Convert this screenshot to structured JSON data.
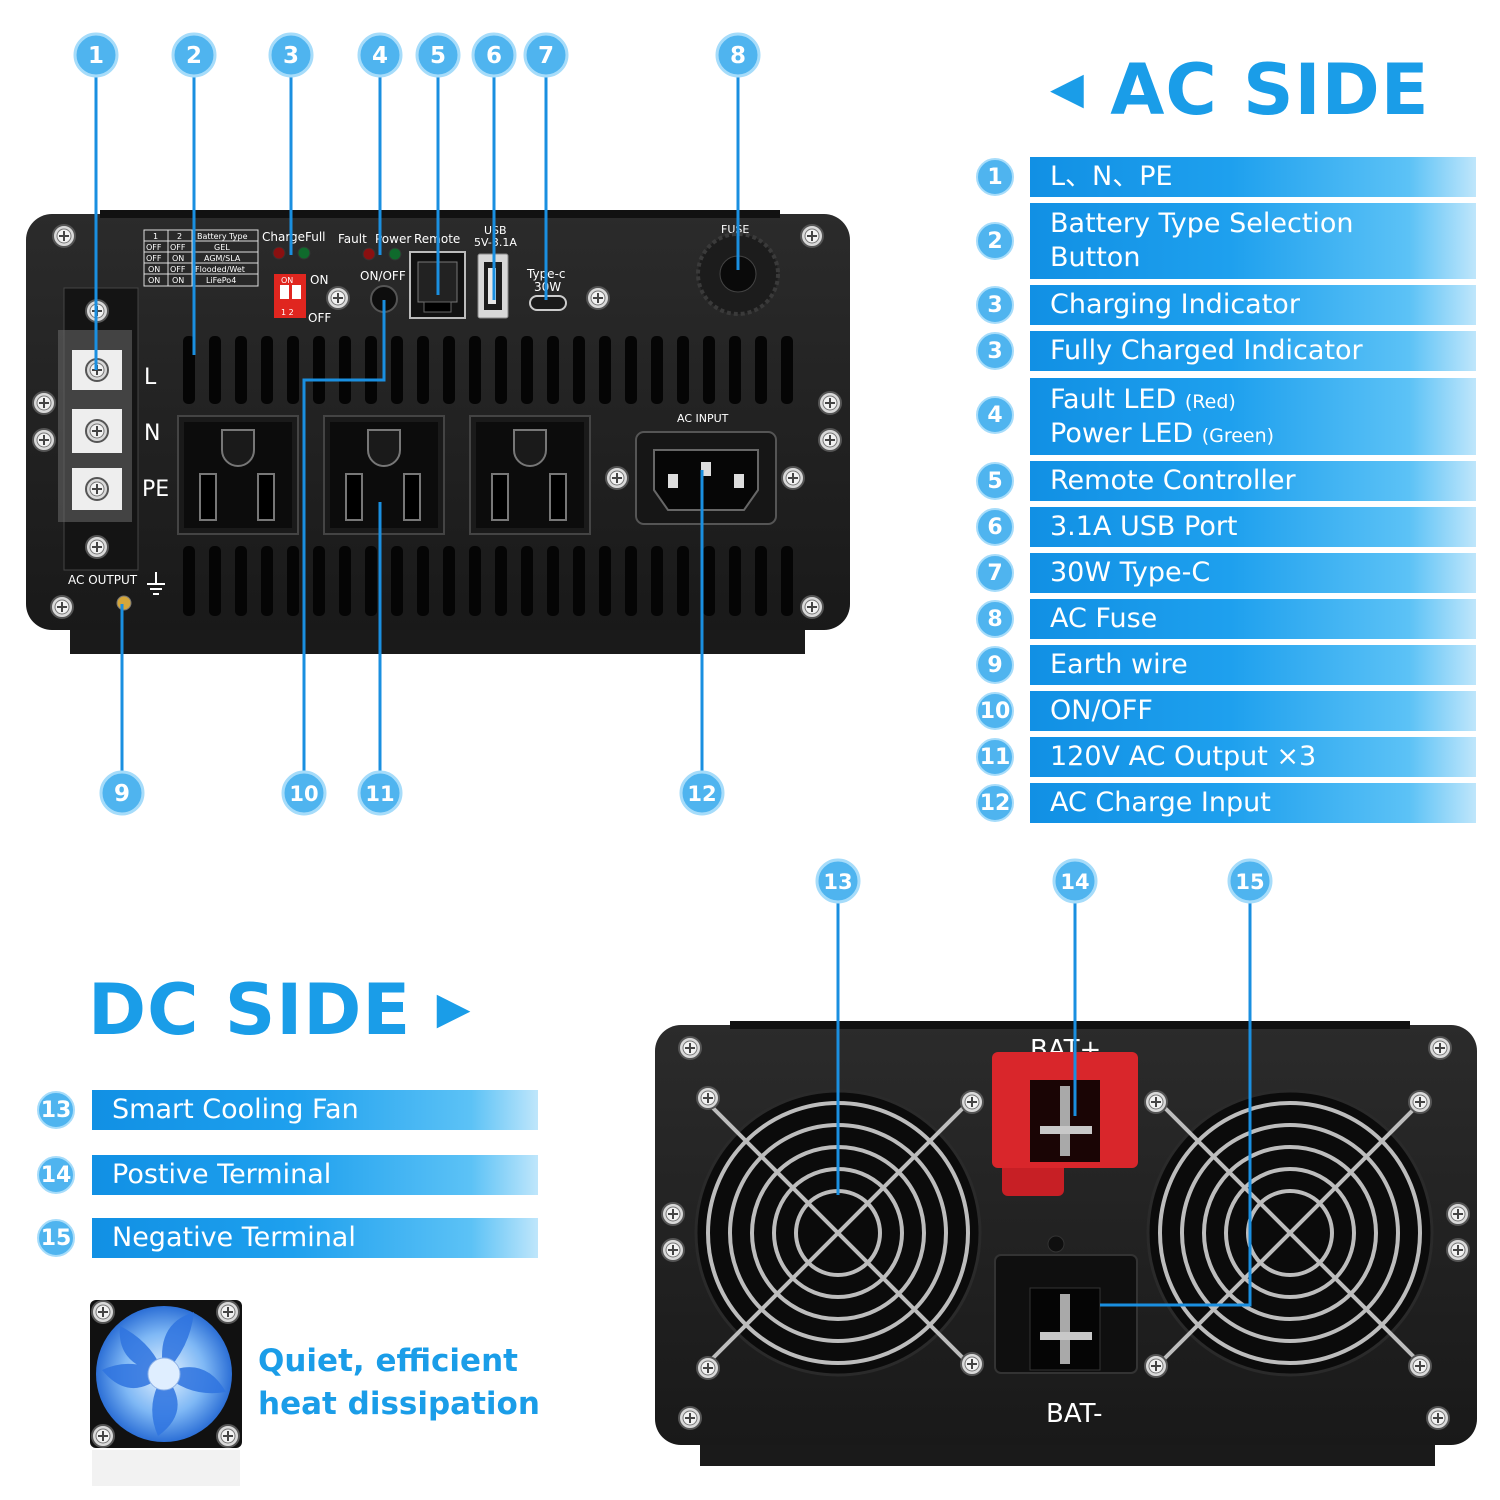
{
  "ac_side": {
    "title": "AC SIDE",
    "items": [
      {
        "num": "1",
        "label": "L、N、PE"
      },
      {
        "num": "2",
        "label": "Battery Type Selection",
        "label2": "Button"
      },
      {
        "num": "3",
        "label": "Charging Indicator"
      },
      {
        "num": "3",
        "label": "Fully Charged Indicator"
      },
      {
        "num": "4",
        "label": "Fault LED",
        "note": "(Red)",
        "label2": "Power LED",
        "note2": "(Green)"
      },
      {
        "num": "5",
        "label": "Remote Controller"
      },
      {
        "num": "6",
        "label": "3.1A USB Port"
      },
      {
        "num": "7",
        "label": "30W Type-C"
      },
      {
        "num": "8",
        "label": "AC Fuse"
      },
      {
        "num": "9",
        "label": "Earth wire"
      },
      {
        "num": "10",
        "label": "ON/OFF"
      },
      {
        "num": "11",
        "label": "120V AC Output ×3"
      },
      {
        "num": "12",
        "label": "AC Charge Input"
      }
    ]
  },
  "dc_side": {
    "title": "DC SIDE",
    "items": [
      {
        "num": "13",
        "label": "Smart Cooling Fan"
      },
      {
        "num": "14",
        "label": "Postive Terminal"
      },
      {
        "num": "15",
        "label": "Negative Terminal"
      }
    ],
    "fan_note_line1": "Quiet, efficient",
    "fan_note_line2": "heat dissipation"
  },
  "ac_panel": {
    "callouts": [
      "1",
      "2",
      "3",
      "4",
      "5",
      "6",
      "7",
      "8",
      "9",
      "10",
      "11",
      "12"
    ],
    "dip_table": {
      "header": [
        "1",
        "2",
        "Battery Type"
      ],
      "rows": [
        [
          "OFF",
          "OFF",
          "GEL"
        ],
        [
          "OFF",
          "ON",
          "AGM/SLA"
        ],
        [
          "ON",
          "OFF",
          "Flooded/Wet"
        ],
        [
          "ON",
          "ON",
          "LiFePo4"
        ]
      ]
    },
    "charge_label": "Charge",
    "full_label": "Full",
    "fault_label": "Fault",
    "power_label": "Power",
    "remote_label": "Remote",
    "switch_on": "ON",
    "switch_off": "OFF",
    "switch_nums": "1 2",
    "dip_on": "ON",
    "onoff_label": "ON/OFF",
    "usb_label": "USB",
    "usb_spec": "5V-3.1A",
    "typec_label": "Type-c",
    "typec_spec": "30W",
    "fuse_label": "FUSE",
    "ac_input_label": "AC INPUT",
    "ac_output_label": "AC OUTPUT",
    "terminal_l": "L",
    "terminal_n": "N",
    "terminal_pe": "PE"
  },
  "dc_panel": {
    "callouts": [
      "13",
      "14",
      "15"
    ],
    "bat_pos_label": "BAT+",
    "bat_neg_label": "BAT-"
  },
  "colors": {
    "accent": "#1a9de8",
    "callout_line": "#1a8fe0",
    "panel": "#222222",
    "terminal_red": "#d9262b"
  }
}
